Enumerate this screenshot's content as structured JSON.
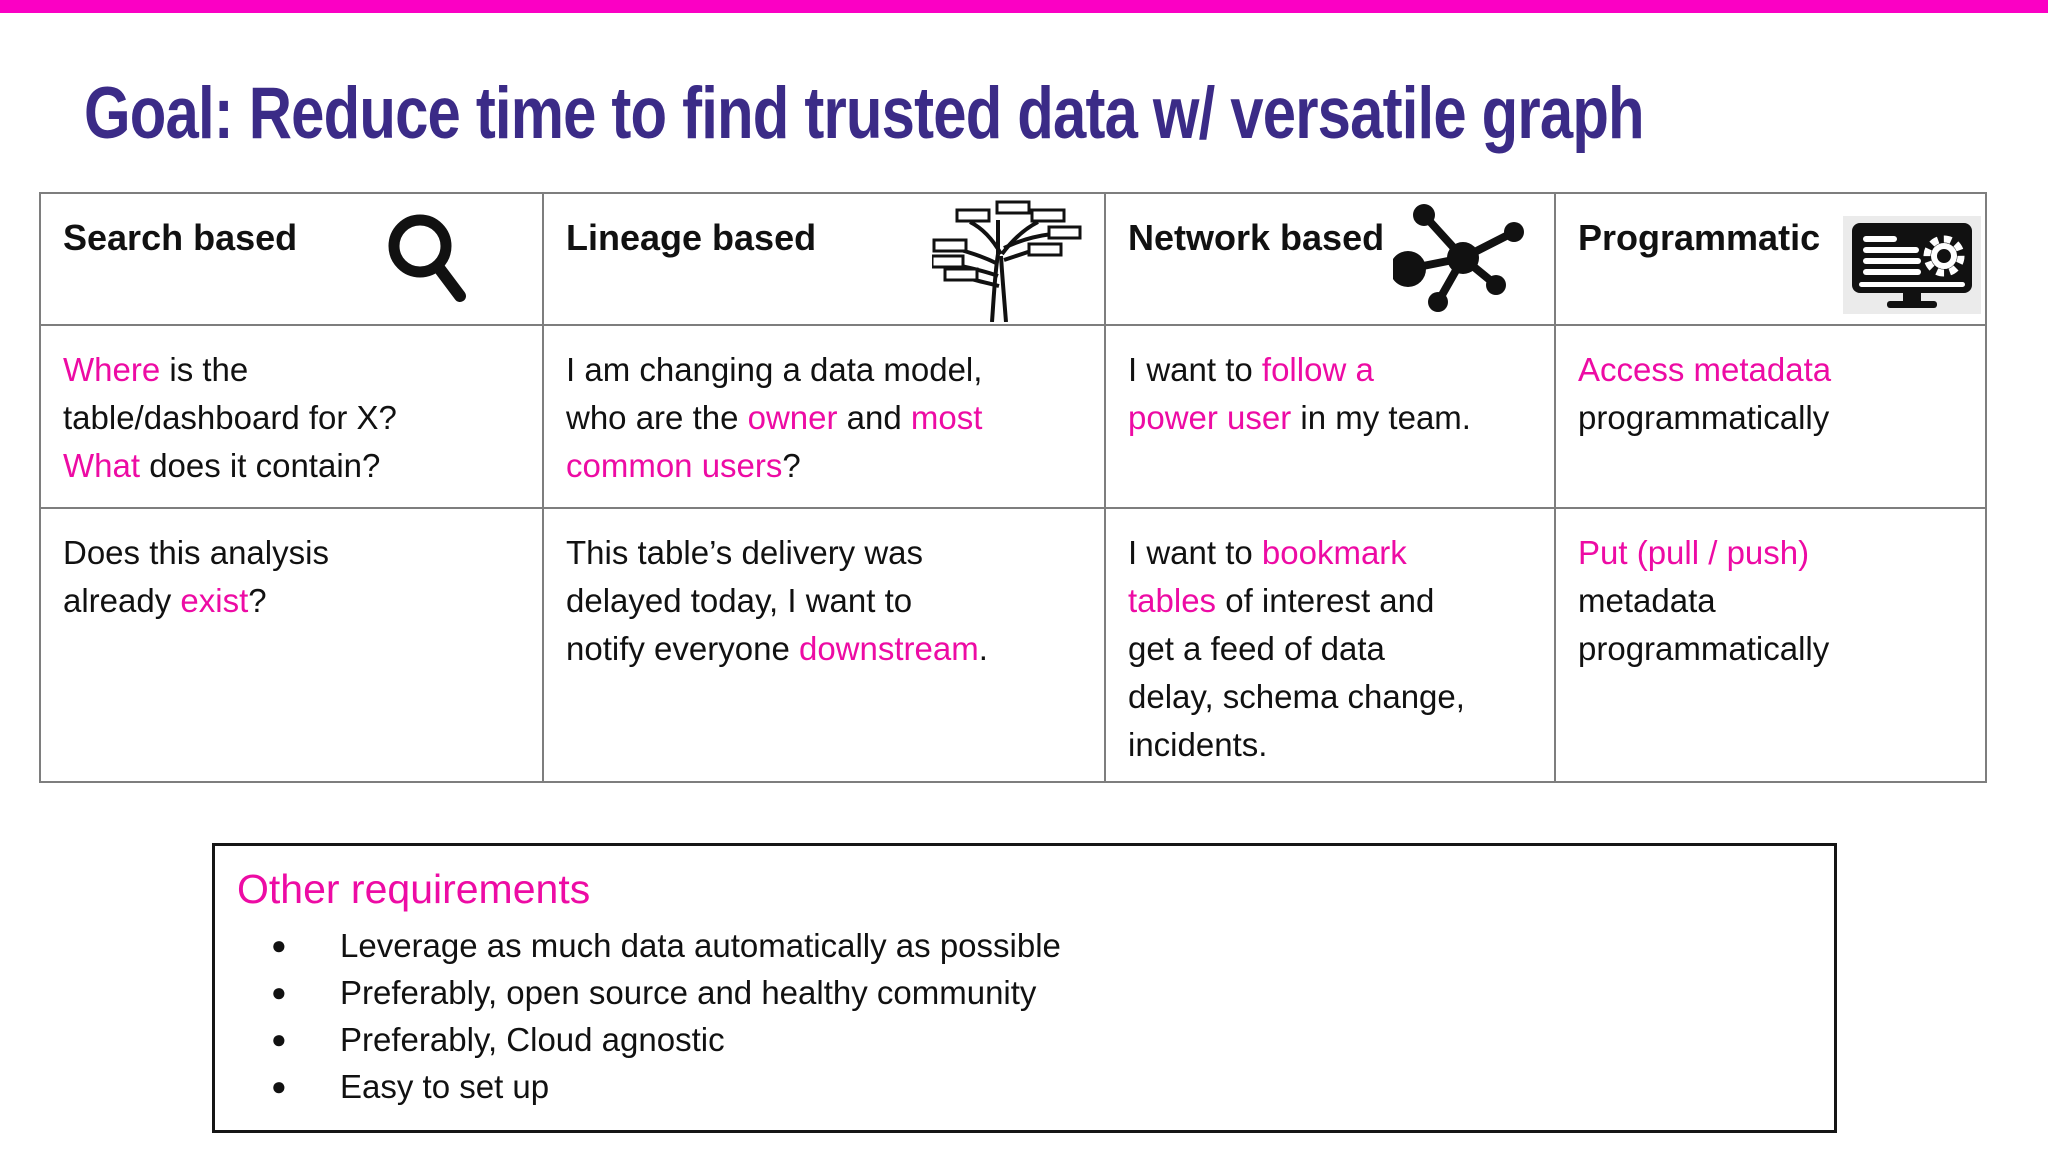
{
  "colors": {
    "bar": "#fb00c4",
    "hl": "#ed0ba4",
    "title-color": "#3b2b87",
    "border-gray": "#7e7e7e"
  },
  "title": "Goal: Reduce time to find trusted data w/ versatile graph",
  "table": {
    "columns": [
      {
        "header": "Search based",
        "icon": "search-icon"
      },
      {
        "header": "Lineage based",
        "icon": "lineage-tree-icon"
      },
      {
        "header": "Network based",
        "icon": "network-graph-icon"
      },
      {
        "header": "Programmatic",
        "icon": "monitor-gear-icon"
      }
    ],
    "rows": [
      [
        [
          {
            "t": "Where",
            "hl": true
          },
          {
            "t": " is the\ntable/dashboard for X?\n"
          },
          {
            "t": "What",
            "hl": true
          },
          {
            "t": " does it contain?"
          }
        ],
        [
          {
            "t": "I am changing a data model,\nwho are the "
          },
          {
            "t": "owner",
            "hl": true
          },
          {
            "t": " and "
          },
          {
            "t": "most\ncommon users",
            "hl": true
          },
          {
            "t": "?"
          }
        ],
        [
          {
            "t": "I want to "
          },
          {
            "t": "follow a\npower user",
            "hl": true
          },
          {
            "t": " in my team."
          }
        ],
        [
          {
            "t": "Access metadata",
            "hl": true
          },
          {
            "t": "\nprogrammatically"
          }
        ]
      ],
      [
        [
          {
            "t": "Does this analysis\nalready "
          },
          {
            "t": "exist",
            "hl": true
          },
          {
            "t": "?"
          }
        ],
        [
          {
            "t": "This table’s delivery was\ndelayed today, I want to\nnotify everyone "
          },
          {
            "t": "downstream",
            "hl": true
          },
          {
            "t": "."
          }
        ],
        [
          {
            "t": "I want to "
          },
          {
            "t": "bookmark\ntables",
            "hl": true
          },
          {
            "t": " of interest and\nget a feed of data\ndelay, schema change,\nincidents."
          }
        ],
        [
          {
            "t": "Put (pull / push)",
            "hl": true
          },
          {
            "t": "\nmetadata\nprogrammatically"
          }
        ]
      ]
    ]
  },
  "requirements": {
    "heading": "Other requirements",
    "bullet_glyph": "●",
    "items": [
      "Leverage as much data automatically as possible",
      "Preferably, open source and healthy community",
      "Preferably, Cloud agnostic",
      "Easy to set up"
    ]
  }
}
